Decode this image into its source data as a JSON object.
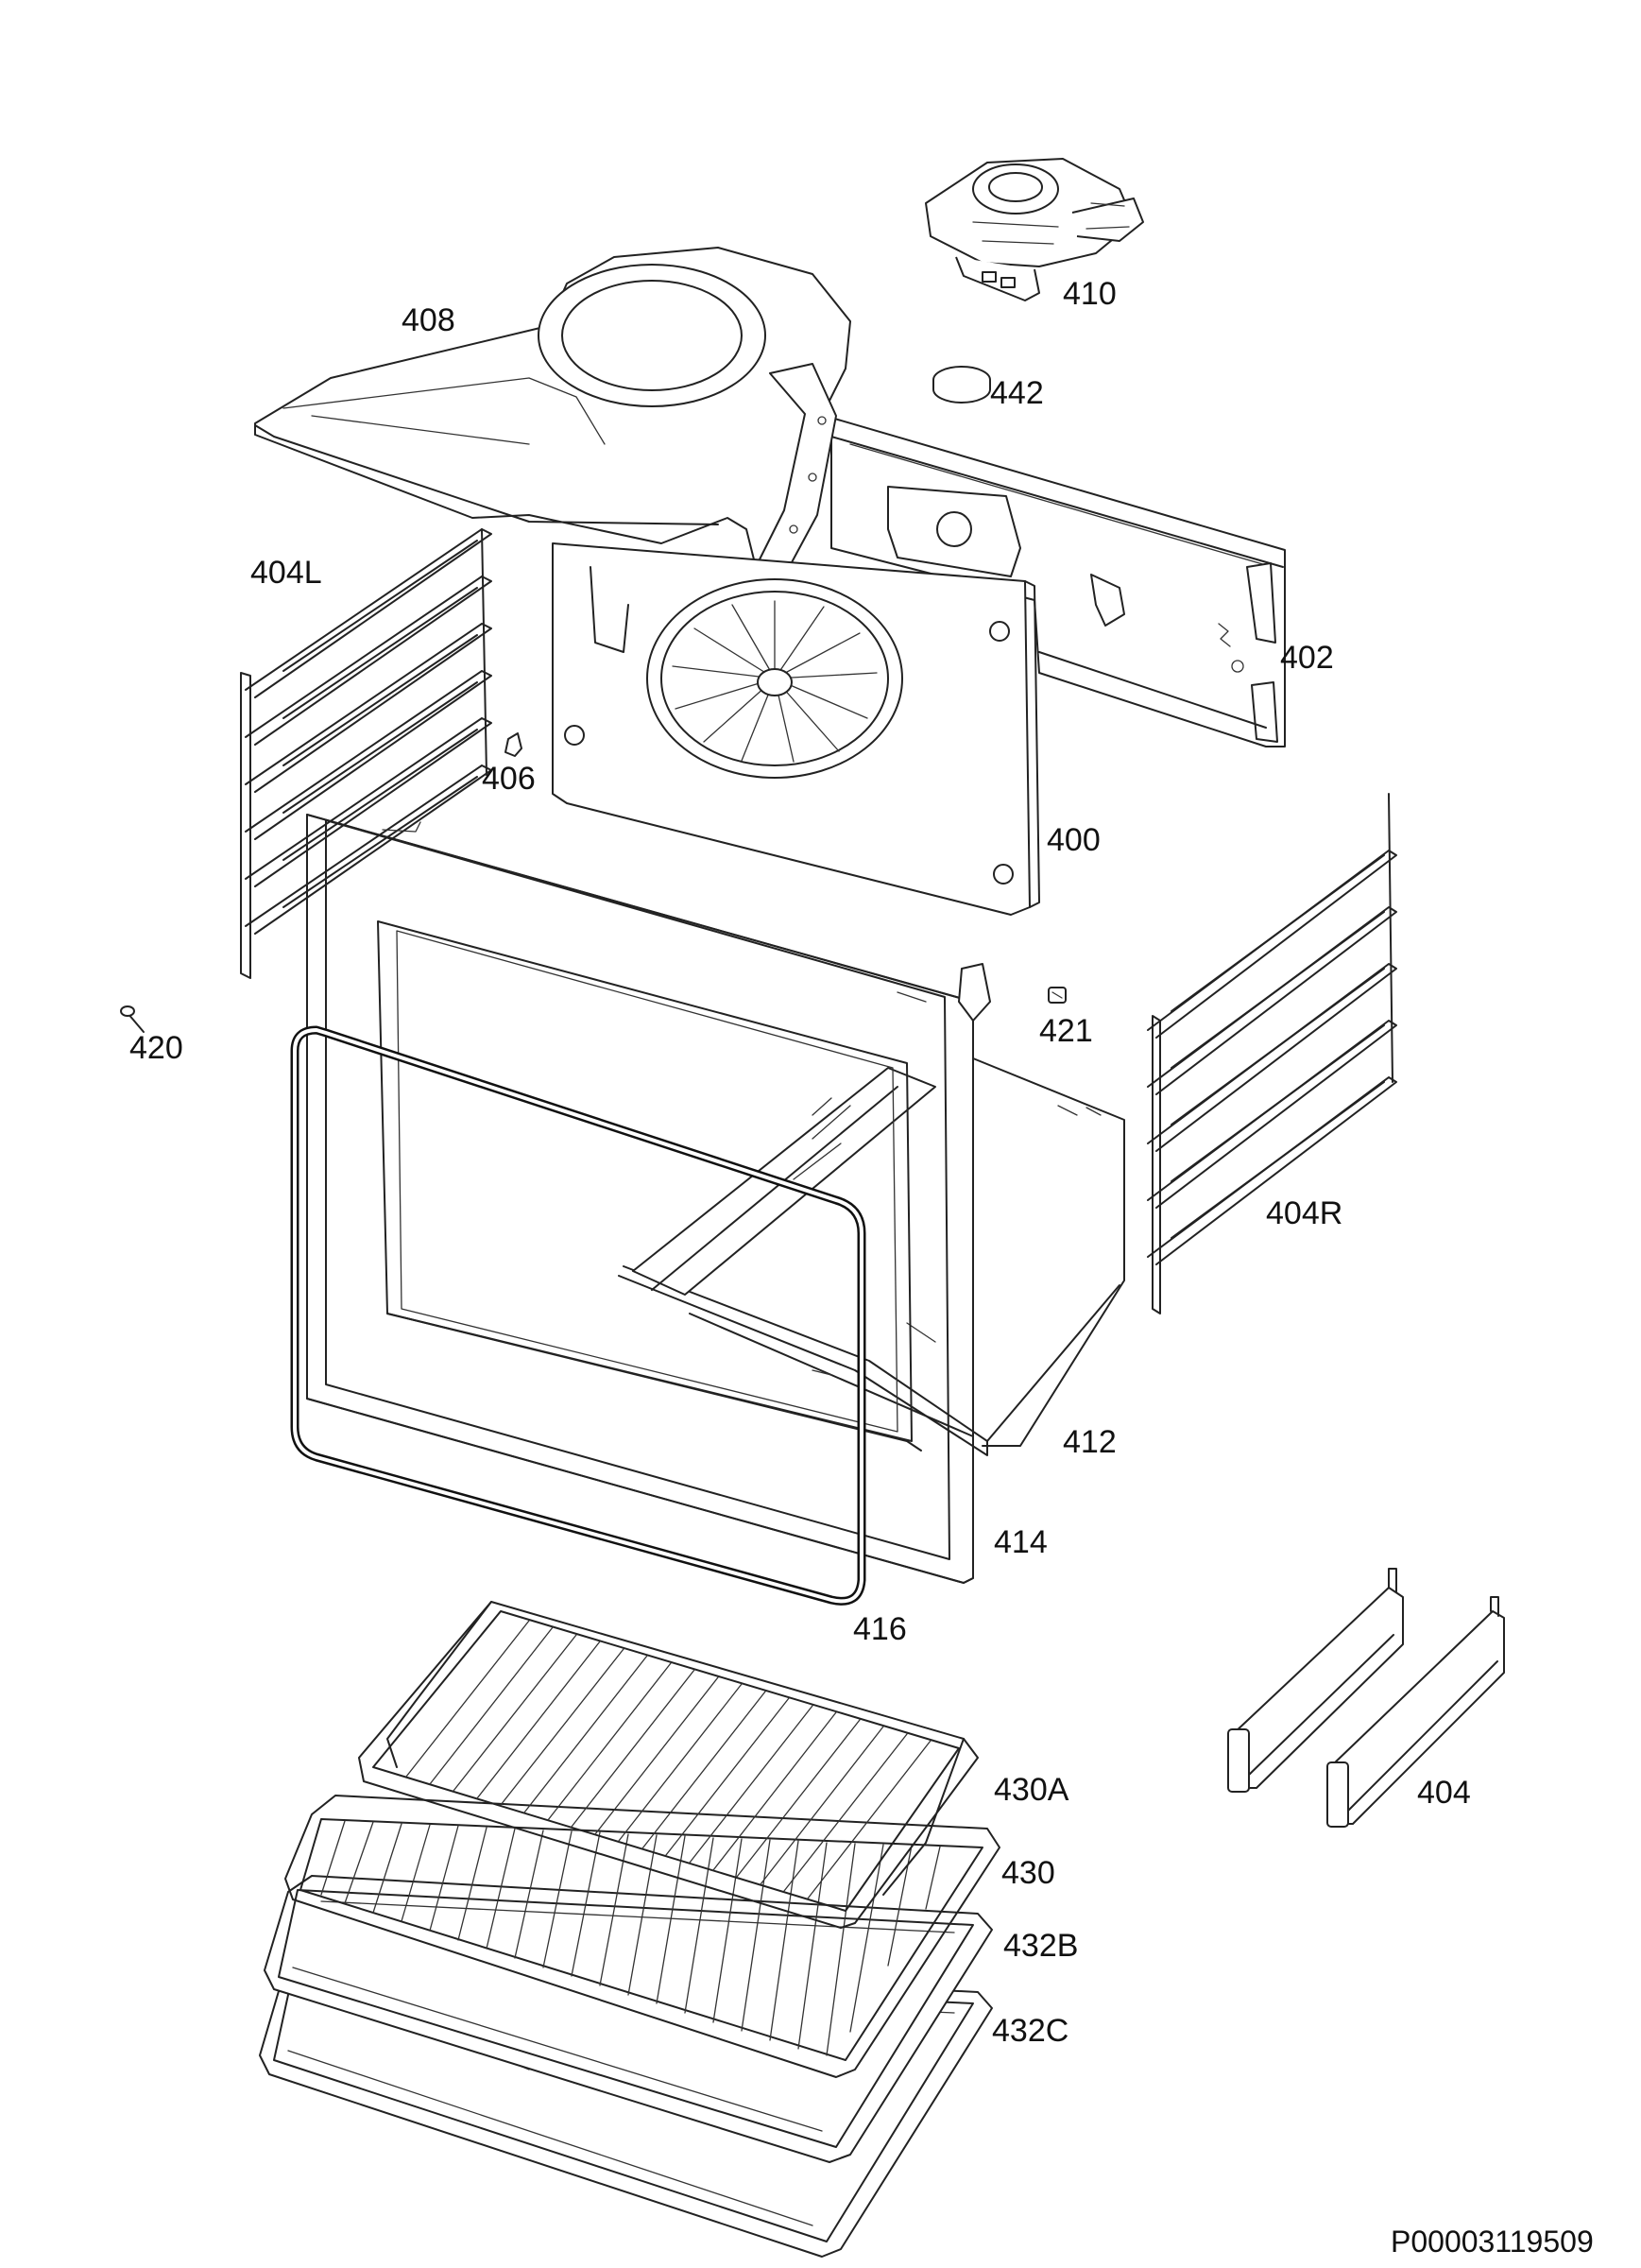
{
  "parts": [
    {
      "id": "p410",
      "label": "410",
      "name": "fan-motor"
    },
    {
      "id": "p442",
      "label": "442",
      "name": "lamp-cover"
    },
    {
      "id": "p408",
      "label": "408",
      "name": "rear-fan-cover"
    },
    {
      "id": "p402",
      "label": "402",
      "name": "rear-panel"
    },
    {
      "id": "p404L",
      "label": "404L",
      "name": "left-shelf-support"
    },
    {
      "id": "p406",
      "label": "406",
      "name": "clip"
    },
    {
      "id": "p400",
      "label": "400",
      "name": "oven-back-wall"
    },
    {
      "id": "p420",
      "label": "420",
      "name": "screw"
    },
    {
      "id": "p421",
      "label": "421",
      "name": "fastener"
    },
    {
      "id": "p404R",
      "label": "404R",
      "name": "right-shelf-support"
    },
    {
      "id": "p412",
      "label": "412",
      "name": "oven-cavity"
    },
    {
      "id": "p414",
      "label": "414",
      "name": "front-frame"
    },
    {
      "id": "p416",
      "label": "416",
      "name": "door-seal"
    },
    {
      "id": "p404",
      "label": "404",
      "name": "telescopic-runners"
    },
    {
      "id": "p430A",
      "label": "430A",
      "name": "wire-rack-a"
    },
    {
      "id": "p430",
      "label": "430",
      "name": "wire-shelf"
    },
    {
      "id": "p432B",
      "label": "432B",
      "name": "baking-tray-b"
    },
    {
      "id": "p432C",
      "label": "432C",
      "name": "baking-tray-c"
    }
  ],
  "drawing_code": "P00003119509"
}
